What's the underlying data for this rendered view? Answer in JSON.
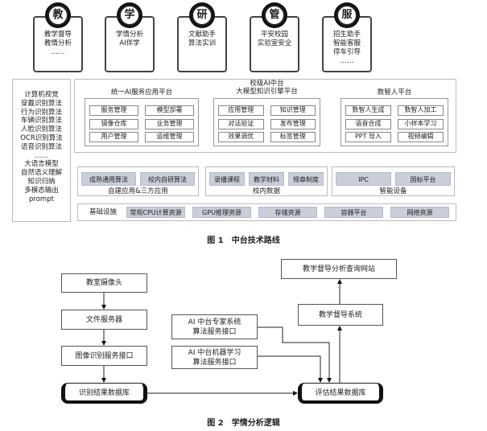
{
  "figure1": {
    "cards": [
      {
        "icon": "教",
        "lines": [
          "教学督导",
          "教情分析",
          "……"
        ]
      },
      {
        "icon": "学",
        "lines": [
          "学情分析",
          "AI伴学"
        ]
      },
      {
        "icon": "研",
        "lines": [
          "文献助手",
          "算法实训"
        ]
      },
      {
        "icon": "管",
        "lines": [
          "平安校园",
          "实验室安全"
        ]
      },
      {
        "icon": "服",
        "lines": [
          "招生助手",
          "智能客服",
          "停车引导",
          "……"
        ]
      }
    ],
    "left_panel": [
      "计算机视觉",
      "穿戴识别算法",
      "行为识别算法",
      "车辆识别算法",
      "人脸识别算法",
      "OCR识别算法",
      "语音识别算法",
      "……",
      "大语言模型",
      "自然语义理解",
      "知识归纳",
      "多模态输出",
      "prompt"
    ],
    "middle_title": [
      "校级AI中台",
      "大模型知识引擎平台"
    ],
    "platforms": [
      {
        "title": "统一AI服务应用平台",
        "items": [
          "服务管理",
          "模型部署",
          "镜像仓库",
          "业务管理",
          "用户管理",
          "运维管理"
        ]
      },
      {
        "title": "",
        "items": [
          "应用管理",
          "知识管理",
          "对话验证",
          "发布管理",
          "效果调优",
          "标签管理"
        ]
      },
      {
        "title": "数智人平台",
        "items": [
          "数智人生成",
          "数智人加工",
          "语音合成",
          "小样本学习",
          "PPT 导入",
          "视频编辑"
        ]
      }
    ],
    "groups": [
      {
        "label": "自建应用&三方应用",
        "items": [
          "成熟通用算法",
          "校内自研算法"
        ]
      },
      {
        "label": "校内数据",
        "items": [
          "录播课程",
          "教学材料",
          "规章制度"
        ]
      },
      {
        "label": "智能设备",
        "items": [
          "IPC",
          "国标平台"
        ]
      }
    ],
    "infra": {
      "label": "基础设施",
      "items": [
        "常规CPU计算资源",
        "GPU推理资源",
        "存储资源",
        "容器平台",
        "网络资源"
      ]
    },
    "caption": "图 1　中台技术路线"
  },
  "figure2": {
    "camera": "教室摄像头",
    "file_server": "文件服务器",
    "image_api": "图像识别服务接口",
    "recog_db": "识别结果数据库",
    "eval_db": "评估结果数据库",
    "expert_api": [
      "AI 中台专家系统",
      "算法服务接口"
    ],
    "ml_api": [
      "AI 中台机器学习",
      "算法服务接口"
    ],
    "supervision": "教学督导系统",
    "website": "教学督导分析查询网站",
    "caption": "图 2　学情分析逻辑"
  }
}
